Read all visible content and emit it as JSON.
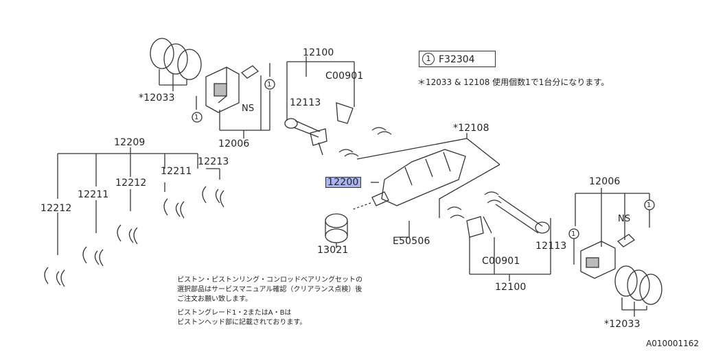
{
  "parts": {
    "piston_ring_left": "*12033",
    "piston_left": "12006",
    "ns_left": "NS",
    "circle_1": "1",
    "rod_top": "12100",
    "bolt_top": "C00901",
    "nut_top": "12113",
    "bearings_main": "12209",
    "bearing_12211_a": "12211",
    "bearing_12211_b": "12211",
    "bearing_12212_a": "12212",
    "bearing_12212_b": "12212",
    "bearing_12213": "12213",
    "crank_bearing": "*12108",
    "crankshaft": "12200",
    "pulley": "13021",
    "key": "E50506",
    "piston_right": "12006",
    "ns_right": "NS",
    "rod_bottom": "12100",
    "bolt_bottom": "C00901",
    "nut_bottom": "12113",
    "piston_ring_right": "*12033"
  },
  "ref_box": {
    "circle": "1",
    "code": "F32304"
  },
  "note_top": "＊12033 & 12108 使用個数1で1台分になります。",
  "note_body": [
    "ピストン・ピストンリング・コンロッドベアリングセットの",
    "選択部品はサービスマニュアル確認（クリアランス点検）後",
    "ご注文お願い致します。",
    "ピストングレード1・2またはA・Bは",
    "ピストンヘッド部に記載されております。"
  ],
  "footer_code": "A010001162"
}
